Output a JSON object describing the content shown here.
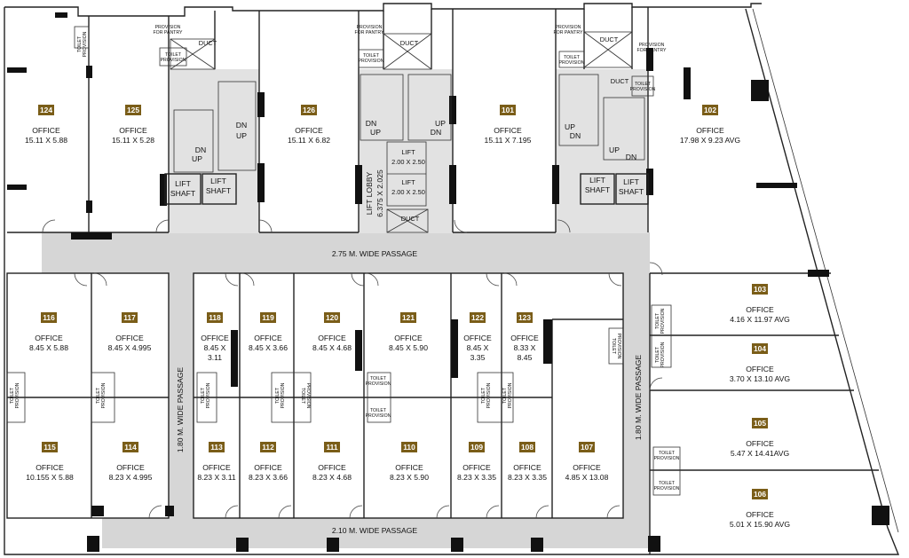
{
  "units": [
    {
      "no": "124",
      "type": "OFFICE",
      "size": "15.11 X 5.88"
    },
    {
      "no": "125",
      "type": "OFFICE",
      "size": "15.11 X 5.28"
    },
    {
      "no": "126",
      "type": "OFFICE",
      "size": "15.11 X 6.82"
    },
    {
      "no": "101",
      "type": "OFFICE",
      "size": "15.11 X 7.195"
    },
    {
      "no": "102",
      "type": "OFFICE",
      "size": "17.98 X 9.23 AVG"
    },
    {
      "no": "116",
      "type": "OFFICE",
      "size": "8.45 X 5.88"
    },
    {
      "no": "117",
      "type": "OFFICE",
      "size": "8.45 X 4.995"
    },
    {
      "no": "118",
      "type": "OFFICE",
      "size": "8.45 X",
      "size2": "3.11"
    },
    {
      "no": "119",
      "type": "OFFICE",
      "size": "8.45 X 3.66"
    },
    {
      "no": "120",
      "type": "OFFICE",
      "size": "8.45 X 4.68"
    },
    {
      "no": "121",
      "type": "OFFICE",
      "size": "8.45 X 5.90"
    },
    {
      "no": "122",
      "type": "OFFICE",
      "size": "8.45 X",
      "size2": "3.35"
    },
    {
      "no": "123",
      "type": "OFFICE",
      "size": "8.33 X",
      "size2": "8.45"
    },
    {
      "no": "103",
      "type": "OFFICE",
      "size": "4.16 X 11.97 AVG"
    },
    {
      "no": "104",
      "type": "OFFICE",
      "size": "3.70 X 13.10 AVG"
    },
    {
      "no": "105",
      "type": "OFFICE",
      "size": "5.47 X 14.41AVG"
    },
    {
      "no": "106",
      "type": "OFFICE",
      "size": "5.01 X 15.90 AVG"
    },
    {
      "no": "115",
      "type": "OFFICE",
      "size": "10.155 X 5.88"
    },
    {
      "no": "114",
      "type": "OFFICE",
      "size": "8.23 X 4.995"
    },
    {
      "no": "113",
      "type": "OFFICE",
      "size": "8.23 X 3.11"
    },
    {
      "no": "112",
      "type": "OFFICE",
      "size": "8.23 X 3.66"
    },
    {
      "no": "111",
      "type": "OFFICE",
      "size": "8.23 X 4.68"
    },
    {
      "no": "110",
      "type": "OFFICE",
      "size": "8.23 X 5.90"
    },
    {
      "no": "109",
      "type": "OFFICE",
      "size": "8.23 X 3.35"
    },
    {
      "no": "108",
      "type": "OFFICE",
      "size": "8.23 X 3.35"
    },
    {
      "no": "107",
      "type": "OFFICE",
      "size": "4.85 X 13.08"
    }
  ],
  "passages": {
    "top": "2.75 M. WIDE PASSAGE",
    "bottom": "2.10 M. WIDE PASSAGE",
    "left": "1.80 M. WIDE PASSAGE",
    "right": "1.80 M. WIDE PASSAGE"
  },
  "lift_lobby": {
    "title": "LIFT LOBBY",
    "size": "6.375 X 2.025"
  },
  "lifts": [
    "LIFT",
    "2.00 X 2.50",
    "LIFT",
    "2.00 X 2.50"
  ],
  "lift_shaft": [
    "LIFT",
    "SHAFT"
  ],
  "duct": "DUCT",
  "pantry": [
    "PROVISION",
    "FOR PANTRY"
  ],
  "toilet": [
    "TOILET",
    "PROVISION"
  ],
  "stairs": {
    "up": "UP",
    "dn": "DN"
  },
  "colors": {
    "badge": "#7a5d18",
    "passage": "#d6d6d6",
    "wall": "#111111"
  }
}
